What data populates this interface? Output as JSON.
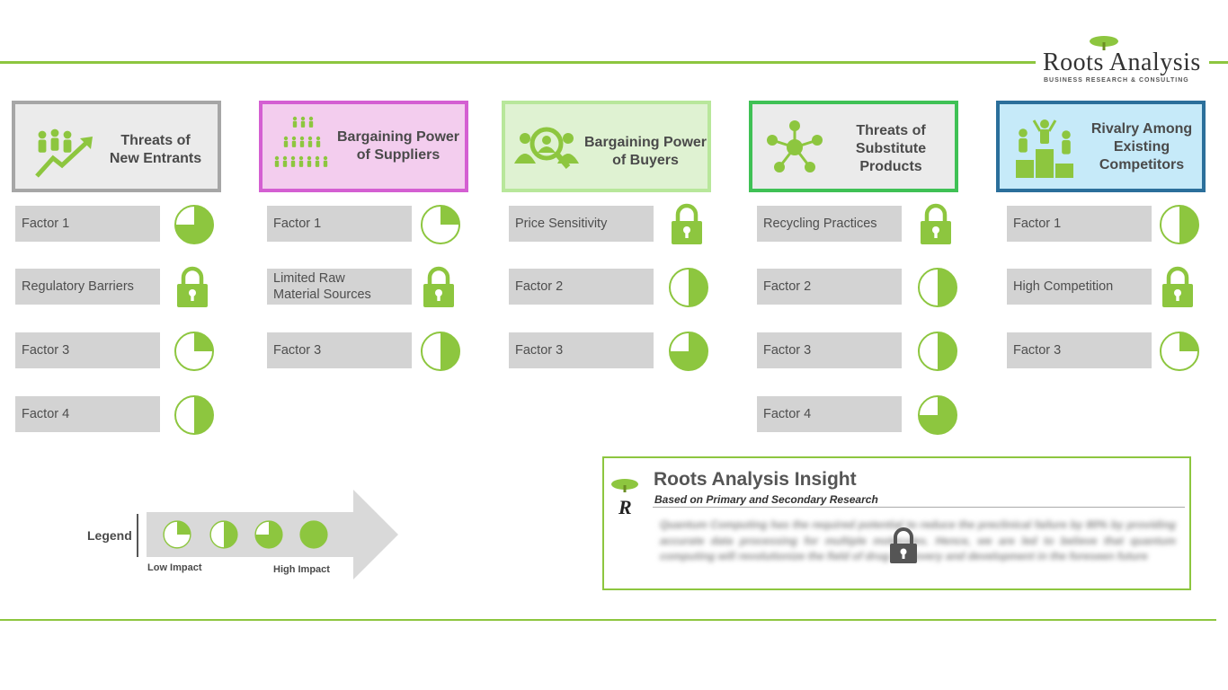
{
  "brand": {
    "name": "Roots Analysis",
    "tagline": "BUSINESS RESEARCH & CONSULTING",
    "accent_color": "#8dc63f"
  },
  "forces": [
    {
      "title_lines": [
        "Threats of",
        "New Entrants"
      ],
      "icon": "people-growth-icon",
      "border_color": "#a6a6a6",
      "fill_color": "#ebebeb",
      "factors": [
        {
          "lines": [
            "Factor 1"
          ],
          "indicator": "three-quarter"
        },
        {
          "lines": [
            "Regulatory Barriers"
          ],
          "indicator": "locked"
        },
        {
          "lines": [
            "Factor 3"
          ],
          "indicator": "quarter"
        },
        {
          "lines": [
            "Factor 4"
          ],
          "indicator": "half"
        }
      ]
    },
    {
      "title_lines": [
        "Bargaining Power",
        "of Suppliers"
      ],
      "icon": "supplier-crowd-icon",
      "border_color": "#d45fd2",
      "fill_color": "#f3cdee",
      "factors": [
        {
          "lines": [
            "Factor 1"
          ],
          "indicator": "quarter"
        },
        {
          "lines": [
            "Limited Raw",
            "Material  Sources"
          ],
          "indicator": "locked"
        },
        {
          "lines": [
            "Factor 3"
          ],
          "indicator": "half"
        }
      ]
    },
    {
      "title_lines": [
        "Bargaining Power",
        "of Buyers"
      ],
      "icon": "buyer-search-icon",
      "border_color": "#b8e79b",
      "fill_color": "#dff2d2",
      "factors": [
        {
          "lines": [
            "Price Sensitivity"
          ],
          "indicator": "locked"
        },
        {
          "lines": [
            "Factor 2"
          ],
          "indicator": "half"
        },
        {
          "lines": [
            "Factor 3"
          ],
          "indicator": "three-quarter"
        }
      ]
    },
    {
      "title_lines": [
        "Threats of",
        "Substitute",
        "Products"
      ],
      "icon": "network-hub-icon",
      "border_color": "#3fc155",
      "fill_color": "#ebebeb",
      "factors": [
        {
          "lines": [
            "Recycling Practices"
          ],
          "indicator": "locked"
        },
        {
          "lines": [
            "Factor 2"
          ],
          "indicator": "half"
        },
        {
          "lines": [
            "Factor 3"
          ],
          "indicator": "half"
        },
        {
          "lines": [
            "Factor 4"
          ],
          "indicator": "three-quarter"
        }
      ]
    },
    {
      "title_lines": [
        "Rivalry Among",
        "Existing",
        "Competitors"
      ],
      "icon": "podium-icon",
      "border_color": "#2b6f9b",
      "fill_color": "#c6eaf9",
      "factors": [
        {
          "lines": [
            "Factor 1"
          ],
          "indicator": "half"
        },
        {
          "lines": [
            "High Competition"
          ],
          "indicator": "locked"
        },
        {
          "lines": [
            "Factor 3"
          ],
          "indicator": "quarter"
        }
      ]
    }
  ],
  "legend": {
    "label": "Legend",
    "low": "Low Impact",
    "high": "High Impact",
    "levels": [
      "quarter",
      "half",
      "three-quarter",
      "full"
    ]
  },
  "insight": {
    "title": "Roots Analysis  Insight",
    "subtitle": "Based on Primary and Secondary Research",
    "body": "Quantum Computing has the required potential to reduce the preclinical failure by 80% by providing accurate data processing for multiple molecules. Hence, we are led to believe that quantum computing will revolutionize the field of drug discovery and development in the foreseen future",
    "locked": true
  }
}
